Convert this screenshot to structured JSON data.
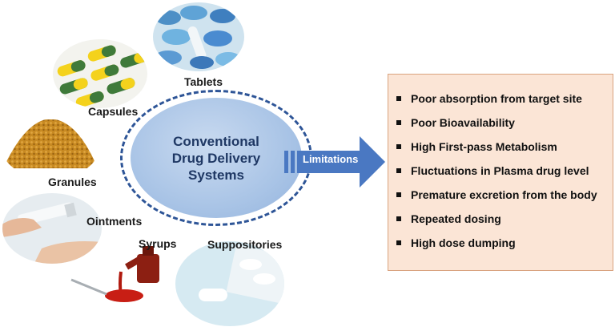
{
  "center": {
    "title": "Conventional\nDrug Delivery\nSystems"
  },
  "arrow": {
    "label": "Limitations"
  },
  "forms": {
    "tablets": "Tablets",
    "capsules": "Capsules",
    "granules": "Granules",
    "ointments": "Ointments",
    "syrups": "Syrups",
    "suppositories": "Suppositories"
  },
  "limitations": [
    "Poor absorption from target site",
    "Poor Bioavailability",
    "High First-pass Metabolism",
    "Fluctuations in Plasma drug level",
    "Premature excretion from the body",
    "Repeated dosing",
    "High dose dumping"
  ],
  "colors": {
    "ring": "#2e5597",
    "disc": "#a9c4e6",
    "center_text": "#1f3864",
    "arrow": "#4a78c2",
    "box_fill": "#fbe5d6",
    "box_border": "#d9a27e"
  }
}
